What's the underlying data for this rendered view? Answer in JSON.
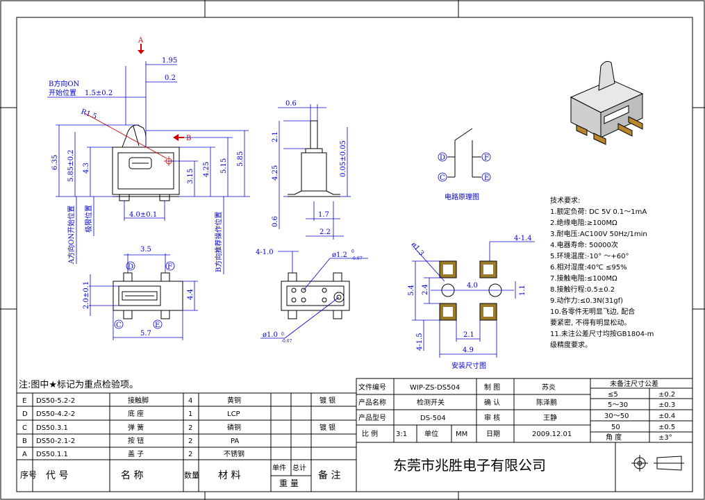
{
  "views": {
    "arrow_a": "A",
    "arrow_b": "B",
    "b_on_label": "B方向ON",
    "b_on_start": "开始位置",
    "dim_1_5": "1.5±0.2",
    "dim_1_95": "1.95",
    "dim_0_2": "0.2",
    "dim_r1_5": "R1.5",
    "dim_6_35": "6.35",
    "dim_5_85_tol": "5.85±0.2",
    "dim_4_3": "4.3",
    "dim_3_15": "3.15",
    "dim_4_25": "4.25",
    "dim_5_15": "5.15",
    "dim_5_85": "5.85",
    "dim_4_0": "4.0±0.1",
    "a_on_start": "A方向ON开始位置",
    "limit_pos": "极限位置",
    "b_push_pos": "B方向推荐操作位置",
    "side_0_6_top": "0.6",
    "side_2_1": "2.1",
    "side_4_25": "4.25",
    "side_0_05": "0.05±0.05",
    "side_0_6_bot": "0.6",
    "side_1_7": "1.7",
    "side_2_2": "2.2",
    "top_3_5": "3.5",
    "top_2_0": "2.0±0.1",
    "top_4_4": "4.4",
    "top_5_7": "5.7",
    "pin_d": "D",
    "pin_f": "F",
    "pin_c": "C",
    "pin_e": "E",
    "bot_4_1_0": "4-1.0",
    "bot_hole1": "ø1.2",
    "bot_hole1_tol": "-0.07",
    "bot_hole1_sup": "0",
    "bot_hole2": "ø1.0",
    "bot_hole2_tol": "-0.07",
    "bot_hole2_sup": "0",
    "circuit_d": "D",
    "circuit_f": "F",
    "circuit_c": "C",
    "circuit_e": "E",
    "circuit_title": "电路原理图",
    "pad_4_1_4": "4-1.4",
    "pad_phi_1_3": "ø1.3",
    "pad_5_4": "5.4",
    "pad_2_4": "2.4",
    "pad_4_0": "4.0",
    "pad_1_1": "1.1",
    "pad_4_1_5": "4-1.5",
    "pad_2_1": "2.1",
    "pad_4_9": "4.9",
    "pad_title": "安装尺寸图"
  },
  "specs": {
    "title": "技术要求:",
    "items": [
      "1.额定负荷: DC 5V  0.1～1mA",
      "2.绝缘电阻:≥100MΩ",
      "3.耐电压:AC100V 50Hz/1min",
      "4.电器寿命: 50000次",
      "5.环境温度:-10° ～+60°",
      "6.相对湿度:40℃  ≤95%",
      "7.接触电阻:≤100MΩ",
      "8.接触行程:0.5±0.2",
      "9.动作力:≤0.3N(31gf)",
      "10.各零件无明显飞边, 配合",
      "    要紧密, 不得有明显松动。",
      "11.未注公差尺寸均按GB1804-m",
      "    级精度要求。"
    ]
  },
  "note": "注:图中★标记为重点检验项。",
  "bom": {
    "rows": [
      {
        "id": "E",
        "code": "DS50-5.2-2",
        "name": "接触脚",
        "qty": "4",
        "material": "黄铜",
        "remark": "镀 银"
      },
      {
        "id": "D",
        "code": "DS50-4.2-2",
        "name": "底 座",
        "qty": "1",
        "material": "LCP",
        "remark": ""
      },
      {
        "id": "C",
        "code": "DS50.3.1",
        "name": "弹 簧",
        "qty": "2",
        "material": "磷铜",
        "remark": "镀 银"
      },
      {
        "id": "B",
        "code": "DS50-2.1-2",
        "name": "按 钮",
        "qty": "2",
        "material": "PA",
        "remark": ""
      },
      {
        "id": "A",
        "code": "DS50.1.1",
        "name": "盖 子",
        "qty": "2",
        "material": "不锈钢",
        "remark": ""
      }
    ],
    "header": {
      "seq": "序号",
      "code": "代 号",
      "name": "名 称",
      "qty": "数量",
      "material": "材 料",
      "unit": "单件",
      "total": "总计",
      "weight": "重 量",
      "remark": "备 注"
    }
  },
  "titleblock": {
    "file_no_label": "文件编号",
    "file_no": "WIP-ZS-DS504",
    "drawn_label": "制 图",
    "drawn": "苏炎",
    "product_name_label": "产品名称",
    "product_name": "检测开关",
    "check_label": "确 认",
    "check": "陈泽鹏",
    "model_label": "产品型号",
    "model": "DS-504",
    "review_label": "审 核",
    "review": "王静",
    "scale_label": "比 例",
    "scale": "3:1",
    "unit_label": "单位",
    "unit": "MM",
    "date_label": "日期",
    "date": "2009.12.01",
    "company": "东莞市兆胜电子有限公司"
  },
  "tolerance": {
    "title": "未备注尺寸公差",
    "rows": [
      {
        "range": "≤5",
        "tol": "±0.2"
      },
      {
        "range": "5～30",
        "tol": "±0.3"
      },
      {
        "range": "30～50",
        "tol": "±0.4"
      },
      {
        "range": "50",
        "tol": "±0.5"
      },
      {
        "range": "角 度",
        "tol": "±3°"
      }
    ]
  }
}
